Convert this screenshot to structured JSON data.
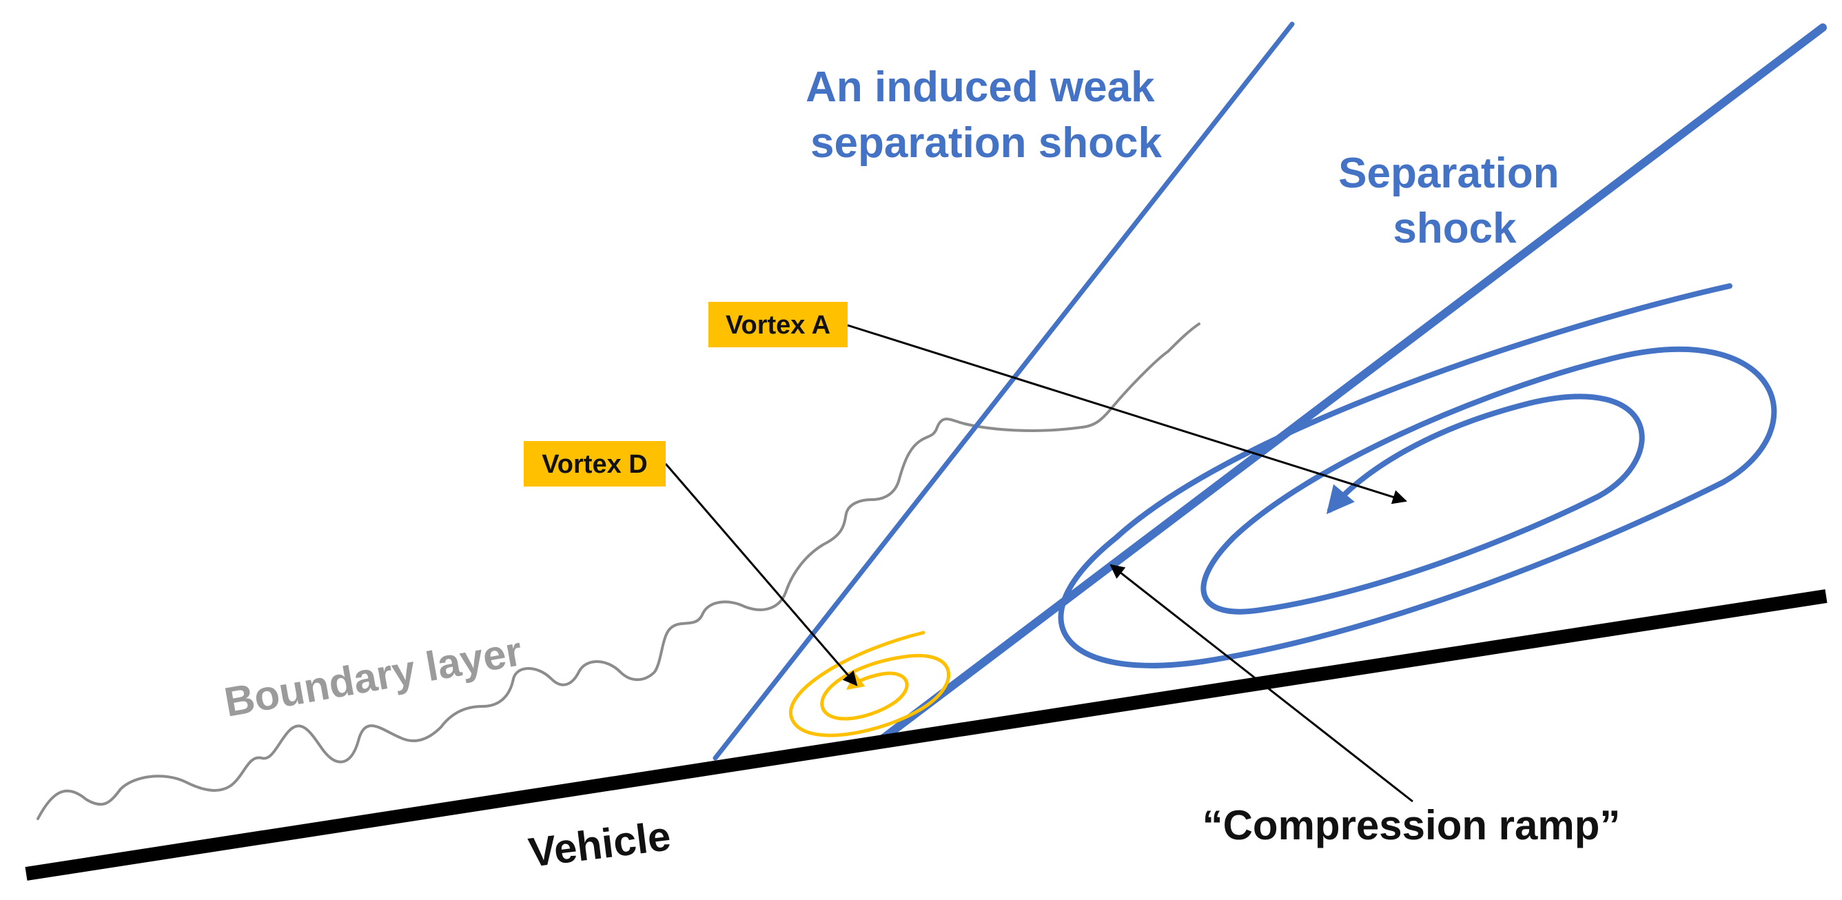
{
  "colors": {
    "shock": "#4472C4",
    "vortex_d": "#FFC000",
    "boundary_layer": "#8C8C8C",
    "vehicle": "#000000",
    "tag_background": "#FFC000"
  },
  "labels": {
    "weak_shock": [
      "An induced weak",
      "separation shock"
    ],
    "separation_shock": [
      "Separation",
      "shock"
    ],
    "vortex_a": "Vortex A",
    "vortex_d": "Vortex D",
    "boundary_layer": "Boundary layer",
    "vehicle": "Vehicle",
    "compression_ramp": "“Compression ramp”"
  }
}
